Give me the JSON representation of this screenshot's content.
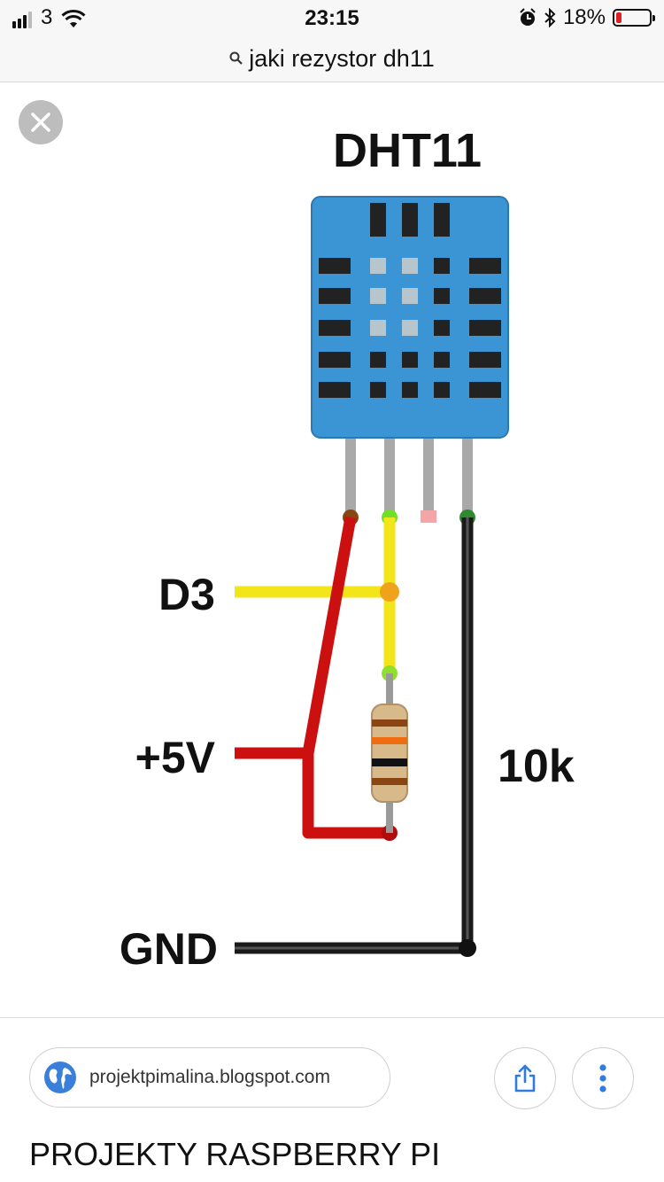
{
  "status_bar": {
    "carrier": "3",
    "time": "23:15",
    "battery_percent": "18%",
    "battery_level": 0.18,
    "icons": [
      "signal-icon",
      "wifi-icon",
      "alarm-icon",
      "bluetooth-icon",
      "battery-icon"
    ]
  },
  "search": {
    "query": "jaki rezystor dh11"
  },
  "diagram": {
    "title": "DHT11",
    "label_d3": "D3",
    "label_5v": "+5V",
    "label_gnd": "GND",
    "label_resistor": "10k",
    "colors": {
      "sensor_body": "#3b94d3",
      "wire_data": "#f2e61a",
      "wire_power": "#cc1010",
      "wire_ground": "#1a1a1a"
    }
  },
  "footer": {
    "source": "projektpimalina.blogspot.com",
    "caption": "PROJEKTY RASPBERRY PI"
  }
}
